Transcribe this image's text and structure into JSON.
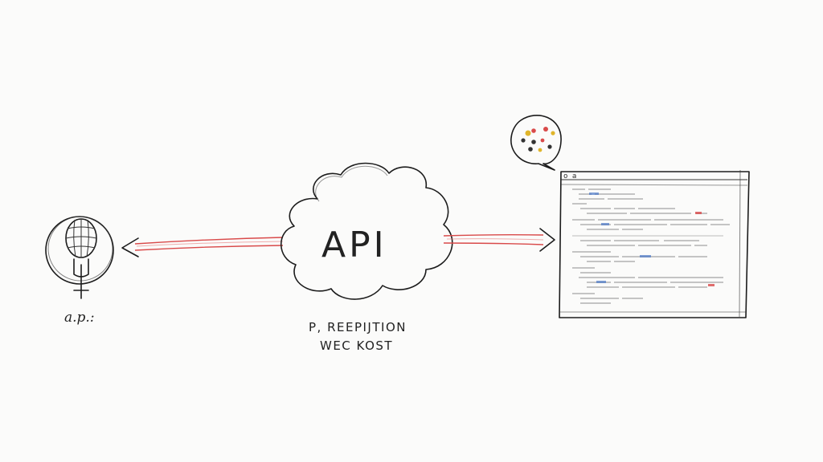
{
  "client": {
    "label": "a.p.:"
  },
  "cloud": {
    "label": "API"
  },
  "caption": {
    "line1": "P, REEPIJTION",
    "line2": "WEC KOST"
  },
  "window": {
    "title": "o a"
  },
  "colors": {
    "ink": "#1c1c1c",
    "arrow_red": "#d94a4a",
    "paper": "#fbfbfa"
  }
}
